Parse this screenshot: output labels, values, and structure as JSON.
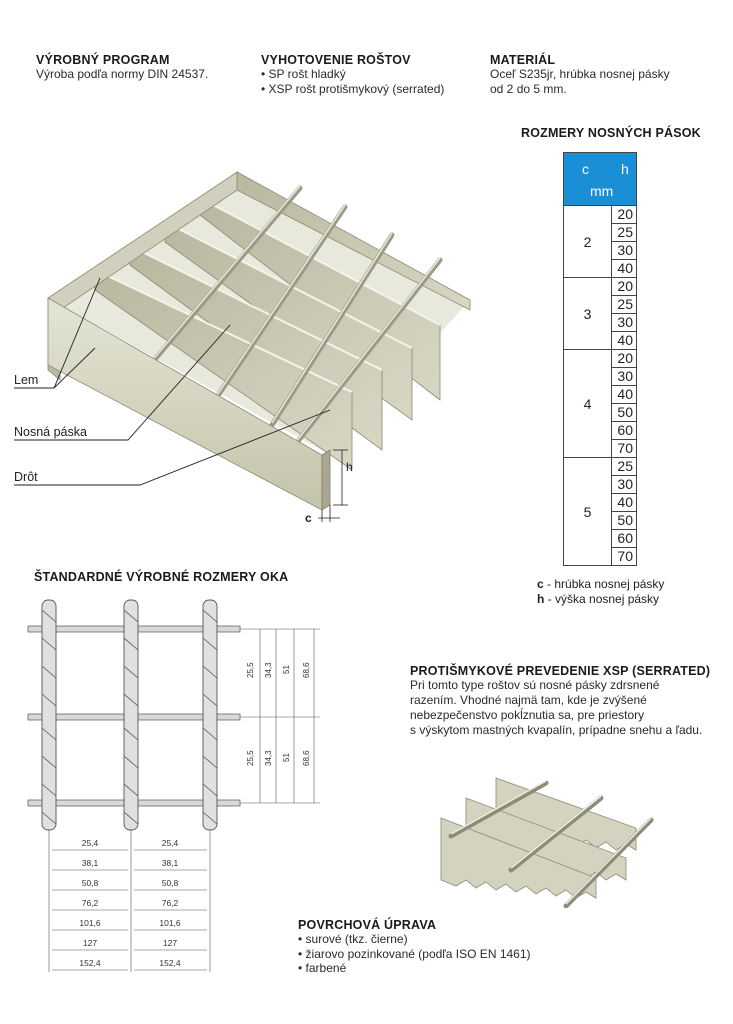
{
  "program": {
    "title": "VÝROBNÝ PROGRAM",
    "text": "Výroba podľa normy DIN 24537."
  },
  "execution": {
    "title": "VYHOTOVENIE ROŠTOV",
    "items": [
      "SP rošt hladký",
      "XSP rošt protišmykový (serrated)"
    ]
  },
  "material": {
    "title": "MATERIÁL",
    "line1": "Oceľ  S235jr, hrúbka nosnej pásky",
    "line2": "od 2 do 5 mm."
  },
  "dims": {
    "title": "ROZMERY NOSNÝCH PÁSOK",
    "head_c": "c",
    "head_h": "h",
    "head_unit": "mm",
    "groups": [
      {
        "c": "2",
        "h": [
          "20",
          "25",
          "30",
          "40"
        ]
      },
      {
        "c": "3",
        "h": [
          "20",
          "25",
          "30",
          "40"
        ]
      },
      {
        "c": "4",
        "h": [
          "20",
          "30",
          "40",
          "50",
          "60",
          "70"
        ]
      },
      {
        "c": "5",
        "h": [
          "25",
          "30",
          "40",
          "50",
          "60",
          "70"
        ]
      }
    ],
    "legend_c_key": "c",
    "legend_c_text": " - hrúbka nosnej pásky",
    "legend_h_key": "h",
    "legend_h_text": " - výška nosnej pásky"
  },
  "grating_labels": {
    "lem": "Lem",
    "nosna": "Nosná páska",
    "drot": "Drôt",
    "h": "h",
    "c": "c"
  },
  "mesh": {
    "title": "ŠTANDARDNÉ  VÝROBNÉ ROZMERY OKA",
    "vertical": [
      "25,5",
      "34,3",
      "51",
      "68,6"
    ],
    "horizontal": [
      "25,4",
      "38,1",
      "50,8",
      "76,2",
      "101,6",
      "127",
      "152,4"
    ]
  },
  "serrated": {
    "title": "PROTIŠMYKOVÉ PREVEDENIE XSP (SERRATED)",
    "lines": [
      "Pri tomto type roštov sú nosné pásky zdrsnené",
      "razením. Vhodné najmä tam, kde je zvýšené",
      "nebezpečenstvo pokĺznutia sa, pre priestory",
      "s výskytom mastných kvapalín, prípadne snehu a ľadu."
    ]
  },
  "surface": {
    "title": "POVRCHOVÁ ÚPRAVA",
    "items": [
      "surové (tkz. čierne)",
      "žiarovo pozinkované (podľa ISO EN 1461)",
      "farbené"
    ]
  },
  "colors": {
    "table_header": "#1a8fd6",
    "steel": "#c9c9b5"
  }
}
